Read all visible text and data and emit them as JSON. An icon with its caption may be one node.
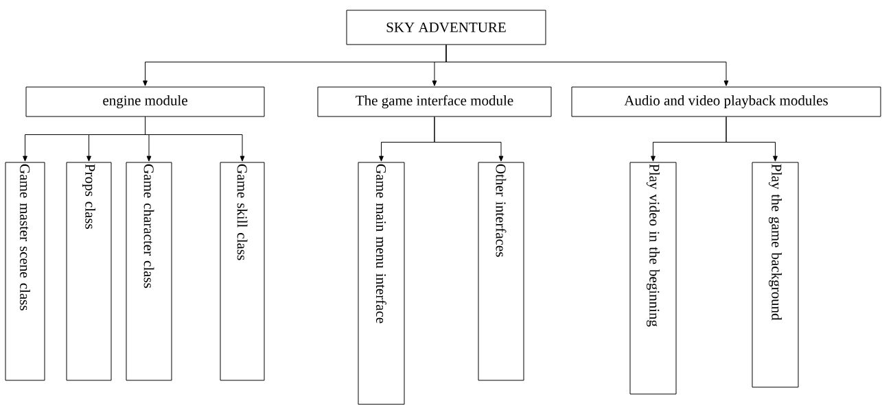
{
  "diagram": {
    "nodes": [
      {
        "text": [
          "SKY ADVENTURE"
        ]
      },
      {
        "text": [
          "engine module"
        ]
      },
      {
        "text": [
          "The game interface module"
        ]
      },
      {
        "text": [
          "Audio and video playback modules"
        ]
      },
      {
        "text": [
          "Game master scene class"
        ]
      },
      {
        "text": [
          "Props class"
        ]
      },
      {
        "text": [
          "Game character class"
        ]
      },
      {
        "text": [
          "Game skill class"
        ]
      },
      {
        "text": [
          "Game main menu interface"
        ]
      },
      {
        "text": [
          "Other interfaces"
        ]
      },
      {
        "text": [
          "Play video in the beginning"
        ]
      },
      {
        "text": [
          "Play the game background"
        ]
      }
    ],
    "edges": [
      {
        "from": 0,
        "to": 1,
        "arrow": "to"
      },
      {
        "from": 0,
        "to": 2,
        "arrow": "to"
      },
      {
        "from": 0,
        "to": 3,
        "arrow": "to"
      },
      {
        "from": 1,
        "to": 4,
        "arrow": "to"
      },
      {
        "from": 1,
        "to": 5,
        "arrow": "to"
      },
      {
        "from": 1,
        "to": 6,
        "arrow": "to"
      },
      {
        "from": 1,
        "to": 7,
        "arrow": "to"
      },
      {
        "from": 2,
        "to": 8,
        "arrow": "to"
      },
      {
        "from": 2,
        "to": 9,
        "arrow": "to"
      },
      {
        "from": 3,
        "to": 10,
        "arrow": "to"
      },
      {
        "from": 3,
        "to": 11,
        "arrow": "to"
      }
    ]
  }
}
